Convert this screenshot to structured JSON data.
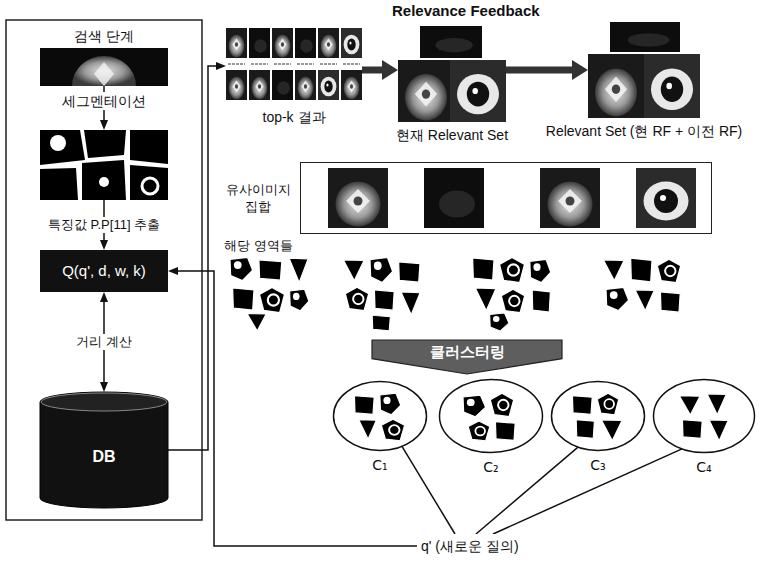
{
  "diagram": {
    "title": "Relevance Feedback",
    "nodes": [
      {
        "text": [
          "검색 단계"
        ]
      },
      {
        "text": [
          "세그멘테이션"
        ]
      },
      {
        "text": [
          "Q(q', d, w, k)"
        ]
      },
      {
        "text": [
          "DB"
        ]
      },
      {
        "text": [
          "top-k 결과"
        ]
      },
      {
        "text": [
          "현재 Relevant Set"
        ]
      },
      {
        "text": [
          "Relevant Set (현 RF + 이전 RF)"
        ]
      },
      {
        "text": [
          "유사이미지 집합"
        ]
      },
      {
        "text": [
          "클러스터링"
        ]
      },
      {
        "text": [
          "C₁"
        ]
      },
      {
        "text": [
          "C₂"
        ]
      },
      {
        "text": [
          "C₃"
        ]
      },
      {
        "text": [
          "C₄"
        ]
      },
      {
        "text": [
          "q' (새로운 질의)"
        ]
      }
    ],
    "edges": [
      {
        "from": 0,
        "to": 1,
        "arrow": "to"
      },
      {
        "from": 1,
        "to": 2,
        "label": "특징값 P.P[11] 추출",
        "arrow": "to"
      },
      {
        "from": 2,
        "to": 3,
        "label": "거리 계산",
        "arrow": "both"
      },
      {
        "from": 3,
        "to": 4,
        "arrow": "to"
      },
      {
        "from": 4,
        "to": 5,
        "arrow": "to"
      },
      {
        "from": 5,
        "to": 6,
        "arrow": "to"
      },
      {
        "from": 9,
        "to": 13,
        "arrow": "none"
      },
      {
        "from": 11,
        "to": 13,
        "arrow": "none"
      },
      {
        "from": 12,
        "to": 13,
        "arrow": "none"
      },
      {
        "from": 13,
        "to": 2,
        "arrow": "to"
      }
    ],
    "labels": [
      "해당 영역들"
    ]
  }
}
